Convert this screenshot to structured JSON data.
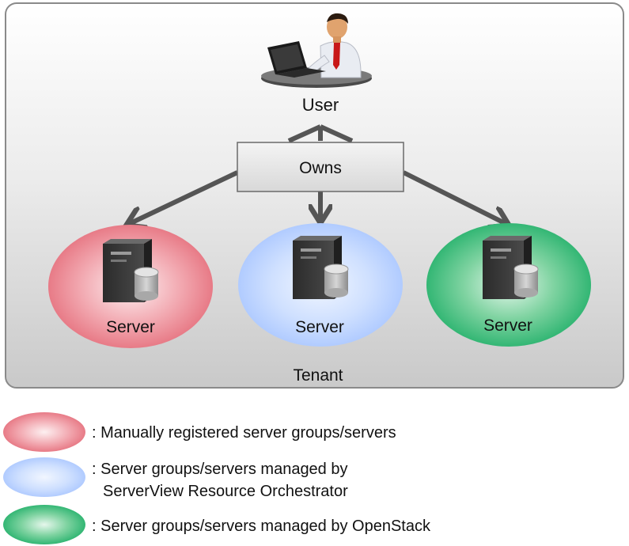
{
  "diagram": {
    "container_label": "Tenant",
    "user_label": "User",
    "relation_label": "Owns",
    "servers": [
      {
        "label": "Server",
        "category": "manual"
      },
      {
        "label": "Server",
        "category": "ror"
      },
      {
        "label": "Server",
        "category": "openstack"
      }
    ]
  },
  "legend": [
    {
      "category": "manual",
      "text": ": Manually registered server groups/servers"
    },
    {
      "category": "ror",
      "line1": ": Server groups/servers managed by",
      "line2": "ServerView Resource Orchestrator"
    },
    {
      "category": "openstack",
      "text": ": Server groups/servers managed by OpenStack"
    }
  ],
  "colors": {
    "manual": "#e56f7c",
    "ror": "#a9c6ff",
    "openstack": "#22b06a",
    "arrow": "#555555",
    "frame": "#8a8a8a"
  },
  "icons": [
    "user-at-laptop-icon",
    "server-tower-icon",
    "disk-cylinder-icon"
  ]
}
